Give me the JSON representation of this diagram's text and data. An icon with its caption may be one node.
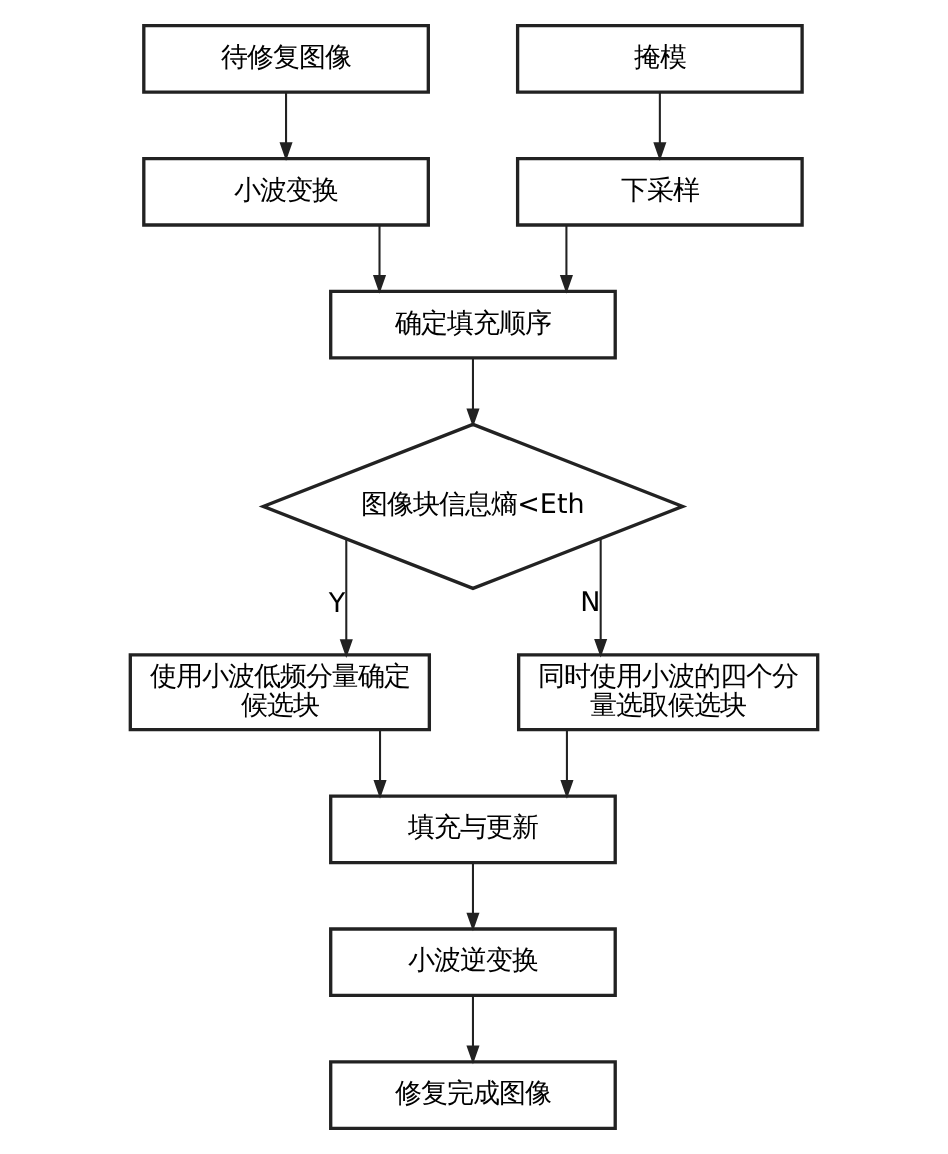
{
  "diagram": {
    "nodes": [
      {
        "text": [
          "待修复图像"
        ]
      },
      {
        "text": [
          "掩模"
        ]
      },
      {
        "text": [
          "小波变换"
        ]
      },
      {
        "text": [
          "下采样"
        ]
      },
      {
        "text": [
          "确定填充顺序"
        ]
      },
      {
        "text": [
          "图像块信息熵<Eth"
        ]
      },
      {
        "text": [
          "使用小波低频分量确定候选块"
        ]
      },
      {
        "text": [
          "同时使用小波的四个分量选取候选块"
        ]
      },
      {
        "text": [
          "填充与更新"
        ]
      },
      {
        "text": [
          "小波逆变换"
        ]
      },
      {
        "text": [
          "修复完成图像"
        ]
      }
    ],
    "edges": [
      {
        "from": 0,
        "to": 2,
        "arrow": "to"
      },
      {
        "from": 1,
        "to": 3,
        "arrow": "to"
      },
      {
        "from": 2,
        "to": 4,
        "arrow": "to"
      },
      {
        "from": 3,
        "to": 4,
        "arrow": "to"
      },
      {
        "from": 4,
        "to": 5,
        "arrow": "to"
      },
      {
        "from": 5,
        "to": 6,
        "label": "Y",
        "arrow": "to"
      },
      {
        "from": 5,
        "to": 7,
        "label": "N",
        "arrow": "to"
      },
      {
        "from": 6,
        "to": 8,
        "arrow": "to"
      },
      {
        "from": 7,
        "to": 8,
        "arrow": "to"
      },
      {
        "from": 8,
        "to": 9,
        "arrow": "to"
      },
      {
        "from": 9,
        "to": 10,
        "arrow": "to"
      }
    ]
  }
}
